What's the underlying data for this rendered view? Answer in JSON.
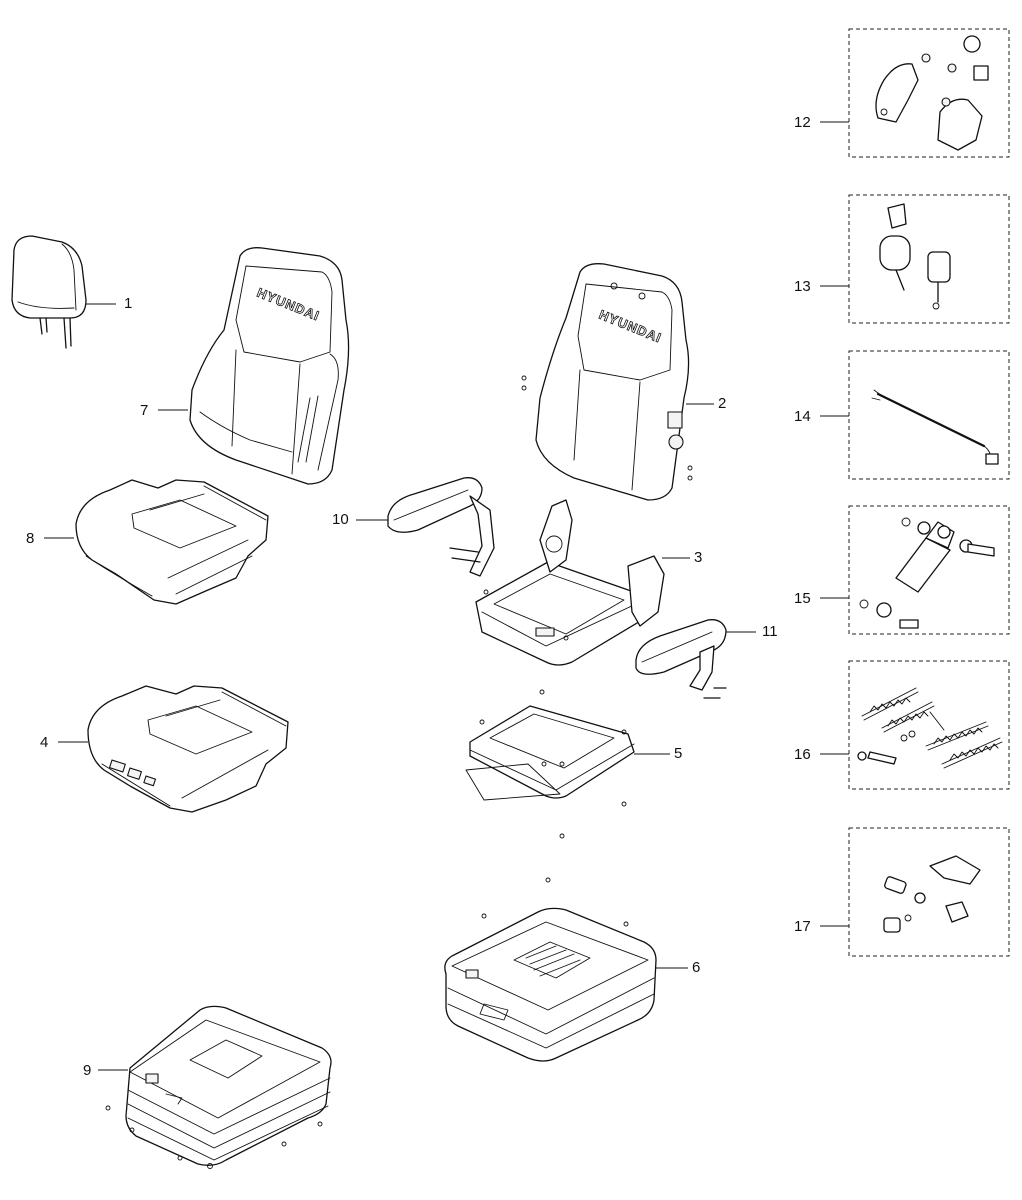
{
  "diagram": {
    "brand_text": "HYUNDAI",
    "callouts": [
      "1",
      "2",
      "3",
      "4",
      "5",
      "6",
      "7",
      "8",
      "9",
      "10",
      "11",
      "12",
      "13",
      "14",
      "15",
      "16",
      "17"
    ],
    "parts": [
      {
        "id": "1",
        "icon": "headrest-icon"
      },
      {
        "id": "2",
        "icon": "backrest-frame-icon"
      },
      {
        "id": "3",
        "icon": "seat-frame-icon"
      },
      {
        "id": "4",
        "icon": "seat-cushion-frame-icon"
      },
      {
        "id": "5",
        "icon": "slide-rail-icon"
      },
      {
        "id": "6",
        "icon": "suspension-icon"
      },
      {
        "id": "7",
        "icon": "backrest-cover-icon"
      },
      {
        "id": "8",
        "icon": "seat-cover-icon"
      },
      {
        "id": "9",
        "icon": "base-plate-icon"
      },
      {
        "id": "10",
        "icon": "armrest-left-icon"
      },
      {
        "id": "11",
        "icon": "armrest-right-icon"
      },
      {
        "id": "12",
        "icon": "cover-kit-icon"
      },
      {
        "id": "13",
        "icon": "seat-belt-icon"
      },
      {
        "id": "14",
        "icon": "cable-icon"
      },
      {
        "id": "15",
        "icon": "damper-icon"
      },
      {
        "id": "16",
        "icon": "spring-kit-icon"
      },
      {
        "id": "17",
        "icon": "lever-kit-icon"
      }
    ]
  }
}
